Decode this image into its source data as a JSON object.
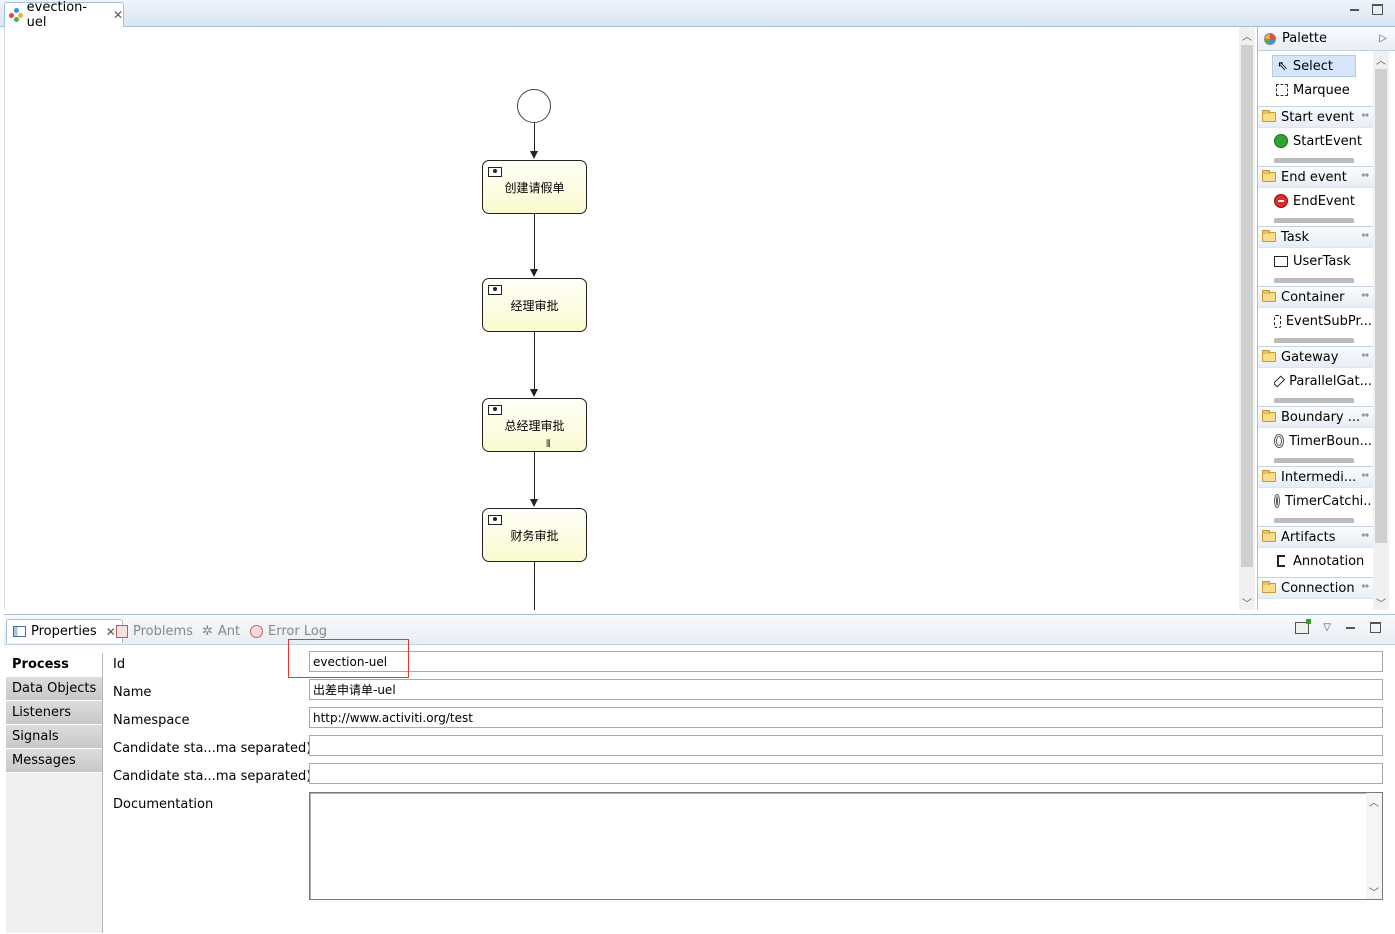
{
  "editor": {
    "tab_title": "evection-uel"
  },
  "diagram": {
    "tasks": [
      {
        "label": "创建请假单",
        "multi_instance": false
      },
      {
        "label": "经理审批",
        "multi_instance": false
      },
      {
        "label": "总经理审批",
        "multi_instance": true
      },
      {
        "label": "财务审批",
        "multi_instance": false
      }
    ]
  },
  "palette": {
    "title": "Palette",
    "tools": {
      "select": "Select",
      "marquee": "Marquee"
    },
    "drawers": [
      {
        "title": "Start event",
        "entry": "StartEvent",
        "icon": "start-event-icon"
      },
      {
        "title": "End event",
        "entry": "EndEvent",
        "icon": "end-event-icon"
      },
      {
        "title": "Task",
        "entry": "UserTask",
        "icon": "user-task-icon"
      },
      {
        "title": "Container",
        "entry": "EventSubPr...",
        "icon": "subprocess-icon"
      },
      {
        "title": "Gateway",
        "entry": "ParallelGat...",
        "icon": "parallel-gateway-icon"
      },
      {
        "title": "Boundary ...",
        "entry": "TimerBoun...",
        "icon": "timer-icon"
      },
      {
        "title": "Intermedi...",
        "entry": "TimerCatchi...",
        "icon": "timer-icon"
      },
      {
        "title": "Artifacts",
        "entry": "Annotation",
        "icon": "annotation-icon"
      },
      {
        "title": "Connection",
        "entry": "",
        "icon": ""
      }
    ]
  },
  "views": {
    "properties": "Properties",
    "problems": "Problems",
    "ant": "Ant",
    "error_log": "Error Log"
  },
  "properties": {
    "sections": [
      "Process",
      "Data Objects",
      "Listeners",
      "Signals",
      "Messages"
    ],
    "active_section": "Process",
    "fields": {
      "id_label": "Id",
      "id_value": "evection-uel",
      "name_label": "Name",
      "name_value": "出差申请单-uel",
      "namespace_label": "Namespace",
      "namespace_value": "http://www.activiti.org/test",
      "candidate_users_label": "Candidate sta...ma separated)",
      "candidate_users_value": "",
      "candidate_groups_label": "Candidate sta...ma separated)",
      "candidate_groups_value": "",
      "documentation_label": "Documentation",
      "documentation_value": ""
    }
  },
  "colors": {
    "highlight": "#e03a3a",
    "task_fill": "#fafad0",
    "start_event_green": "#2fa52f",
    "end_event_red": "#e02b2b"
  }
}
